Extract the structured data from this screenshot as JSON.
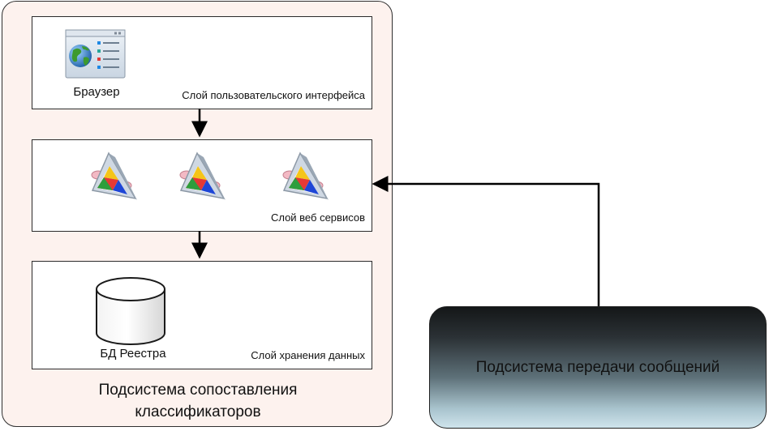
{
  "subsystem": {
    "title_line1": "Подсистема сопоставления",
    "title_line2": "классификаторов",
    "background_color": "#fdf2ee"
  },
  "layers": {
    "ui": {
      "caption": "Слой пользовательского интерфейса",
      "component_label": "Браузер",
      "icon": "browser-icon"
    },
    "web_services": {
      "caption": "Слой веб сервисов",
      "icon": "web-service-icon"
    },
    "storage": {
      "caption": "Слой хранения данных",
      "component_label": "БД Реестра",
      "icon": "database-icon"
    }
  },
  "messaging": {
    "label": "Подсистема передачи сообщений",
    "gradient_top": "#141718",
    "gradient_bottom": "#cfe4ec"
  }
}
